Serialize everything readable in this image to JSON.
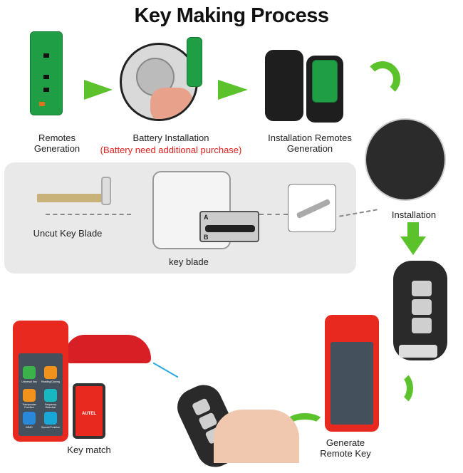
{
  "title": "Key Making Process",
  "steps": {
    "remotes_generation": "Remotes\nGeneration",
    "battery_installation": "Battery Installation",
    "battery_note": "(Battery need additional purchase)",
    "installation_remotes_generation": "Installation Remotes\nGeneration",
    "installation": "Installation",
    "uncut_key_blade": "Uncut Key  Blade",
    "key_blade": "key blade",
    "generate_remote_key": "Generate\nRemote Key",
    "key_match": "Key match"
  },
  "cutter_markers": {
    "a": "A",
    "b": "B"
  },
  "tablet_apps": [
    "Universal Key",
    "Reading/Cloning",
    "Transponder Function",
    "Frequency Detection",
    "IMMO",
    "Special Function"
  ],
  "dongle_logo": "AUTEL",
  "colors": {
    "arrow": "#5cc22c",
    "accent_red": "#e8291f",
    "note_red": "#e02020",
    "panel": "#e9e9e9"
  }
}
